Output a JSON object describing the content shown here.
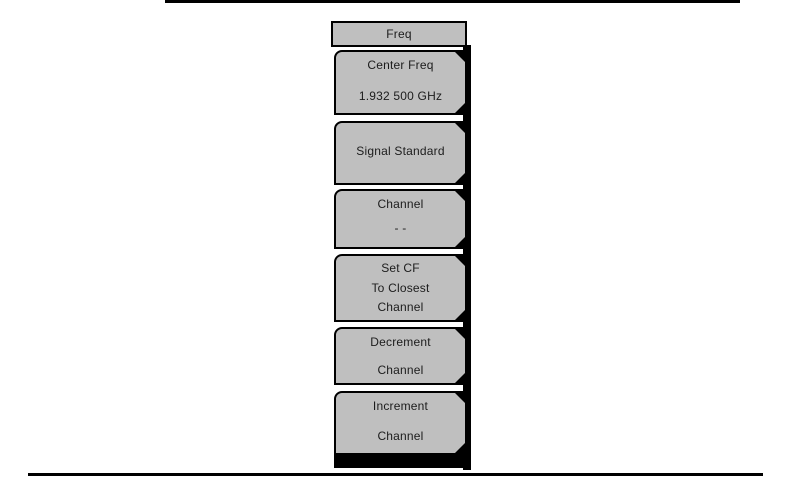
{
  "menu": {
    "title": "Freq",
    "keys": [
      {
        "id": "center-freq",
        "lines": [
          "Center Freq",
          "1.932 500 GHz"
        ]
      },
      {
        "id": "signal-standard",
        "lines": [
          "Signal Standard"
        ]
      },
      {
        "id": "channel",
        "lines": [
          "Channel",
          "- -"
        ]
      },
      {
        "id": "set-cf",
        "lines": [
          "Set CF",
          "To Closest",
          "Channel"
        ]
      },
      {
        "id": "decrement-channel",
        "lines": [
          "Decrement",
          "Channel"
        ]
      },
      {
        "id": "increment-channel",
        "lines": [
          "Increment",
          "Channel"
        ]
      }
    ]
  },
  "colors": {
    "key_fill": "#bfbfbf",
    "key_border": "#000000",
    "strip": "#000000",
    "text": "#1c1c1c",
    "page": "#ffffff"
  }
}
